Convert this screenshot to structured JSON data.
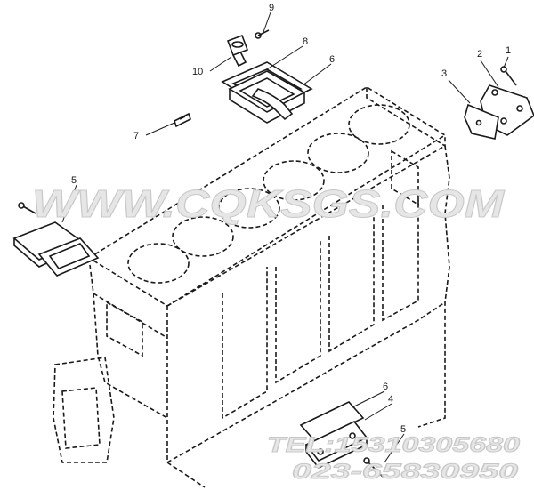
{
  "callouts": {
    "c1": "1",
    "c2": "2",
    "c3": "3",
    "c4": "4",
    "c5_left": "5",
    "c5_bottom": "5",
    "c6_top": "6",
    "c6_bottom": "6",
    "c7": "7",
    "c8": "8",
    "c9": "9",
    "c10": "10"
  },
  "watermark": {
    "site": "WWW.CQKSGS.COM",
    "tel": "TEL:15310305680",
    "phone": "023-65830950"
  },
  "colors": {
    "line": "#1a1a1a",
    "paper": "#ffffff",
    "watermark": "#e6e6e6",
    "watermark_stroke": "#c8c8c8"
  }
}
